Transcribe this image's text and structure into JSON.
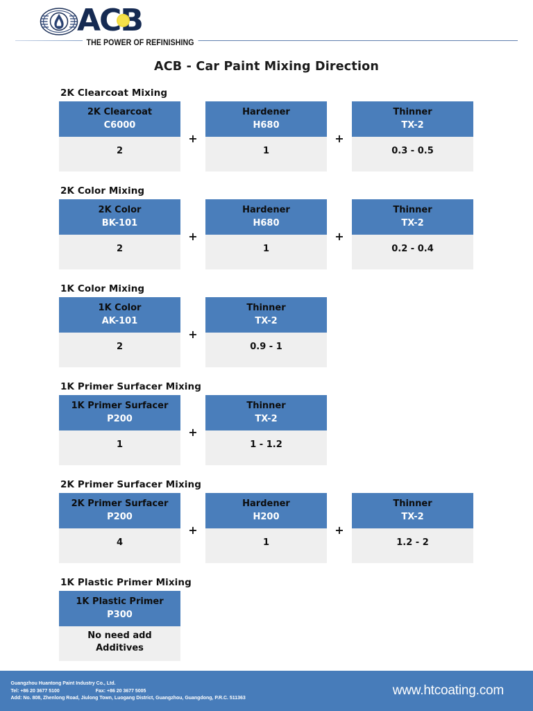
{
  "brand": {
    "logo_word": "ACB",
    "logo_tagline": "THE POWER OF REFINISHING",
    "accent_blue": "#4a7ebb",
    "logo_navy": "#152a52",
    "logo_yellow": "#f6e14a"
  },
  "title": "ACB - Car Paint Mixing Direction",
  "plus_symbol": "+",
  "sections": [
    {
      "title": "2K Clearcoat Mixing",
      "cards": [
        {
          "name": "2K Clearcoat",
          "code": "C6000",
          "ratio": "2"
        },
        {
          "name": "Hardener",
          "code": "H680",
          "ratio": "1"
        },
        {
          "name": "Thinner",
          "code": "TX-2",
          "ratio": "0.3 - 0.5"
        }
      ]
    },
    {
      "title": "2K Color Mixing",
      "cards": [
        {
          "name": "2K Color",
          "code": "BK-101",
          "ratio": "2"
        },
        {
          "name": "Hardener",
          "code": "H680",
          "ratio": "1"
        },
        {
          "name": "Thinner",
          "code": "TX-2",
          "ratio": "0.2 - 0.4"
        }
      ]
    },
    {
      "title": "1K Color Mixing",
      "cards": [
        {
          "name": "1K Color",
          "code": "AK-101",
          "ratio": "2"
        },
        {
          "name": "Thinner",
          "code": "TX-2",
          "ratio": "0.9 - 1"
        }
      ]
    },
    {
      "title": "1K Primer Surfacer Mixing",
      "cards": [
        {
          "name": "1K Primer Surfacer",
          "code": "P200",
          "ratio": "1"
        },
        {
          "name": "Thinner",
          "code": "TX-2",
          "ratio": "1 - 1.2"
        }
      ]
    },
    {
      "title": "2K Primer Surfacer Mixing",
      "cards": [
        {
          "name": "2K Primer Surfacer",
          "code": "P200",
          "ratio": "4"
        },
        {
          "name": "Hardener",
          "code": "H200",
          "ratio": "1"
        },
        {
          "name": "Thinner",
          "code": "TX-2",
          "ratio": "1.2 - 2"
        }
      ]
    },
    {
      "title": "1K Plastic Primer Mixing",
      "cards": [
        {
          "name": "1K Plastic Primer",
          "code": "P300",
          "ratio": "No need add",
          "ratio2": "Additives"
        }
      ]
    }
  ],
  "footer": {
    "company": "Guangzhou Huantong Paint Industry Co., Ltd.",
    "tel": "Tel: +86 20 3677 5100",
    "fax": "Fax: +86 20 3677 5005",
    "address": "Add: No. 808, Zhenlong Road, Jiulong Town, Luogang District, Guangzhou, Guangdong, P.R.C. 511363",
    "website": "www.htcoating.com"
  }
}
